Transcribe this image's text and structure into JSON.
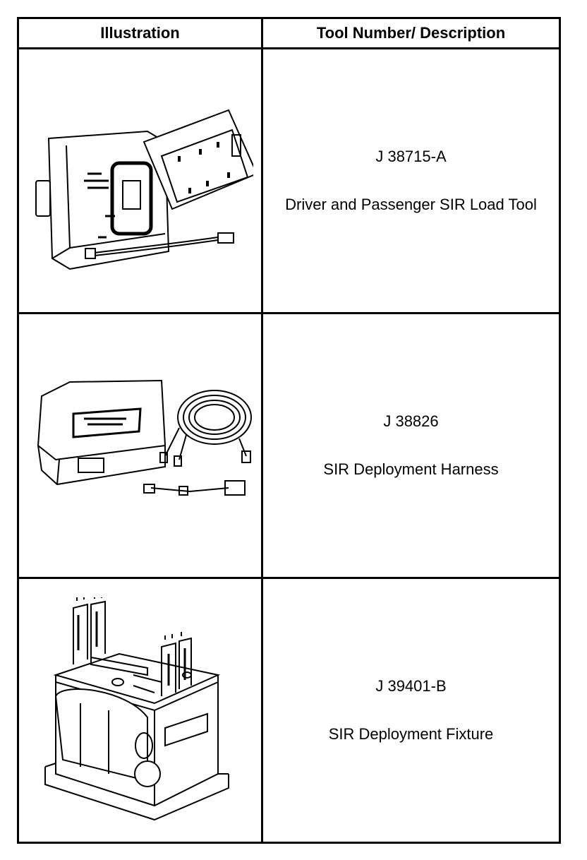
{
  "table": {
    "headers": {
      "illustration": "Illustration",
      "tool": "Tool Number/ Description"
    },
    "rows": [
      {
        "number": "J 38715-A",
        "description": "Driver and Passenger SIR Load Tool",
        "illustration_icon": "load-tool-case-illustration"
      },
      {
        "number": "J 38826",
        "description": "SIR Deployment Harness",
        "illustration_icon": "deployment-harness-illustration"
      },
      {
        "number": "J 39401-B",
        "description": "SIR Deployment Fixture",
        "illustration_icon": "deployment-fixture-illustration"
      }
    ]
  }
}
